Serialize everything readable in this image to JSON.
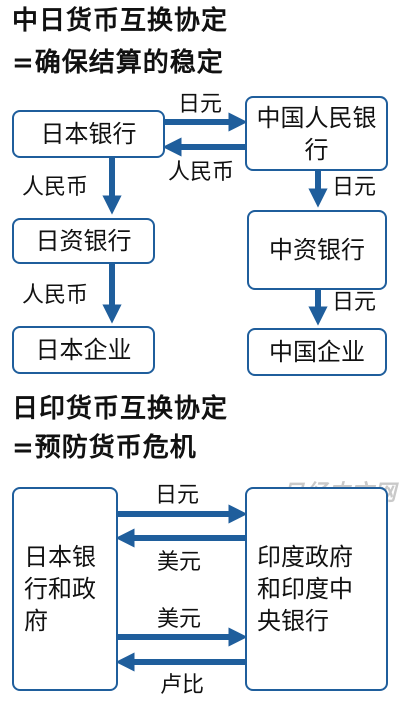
{
  "section1": {
    "title_line1": "中日货币互换协定",
    "title_line2": "=确保结算的稳定",
    "boxes": {
      "japan_bank": "日本银行",
      "china_bank": "中国人民银行",
      "japanese_funded_bank": "日资银行",
      "chinese_funded_bank": "中资银行",
      "japan_enterprise": "日本企业",
      "china_enterprise": "中国企业"
    },
    "labels": {
      "yen_to_china": "日元",
      "rmb_to_japan": "人民币",
      "rmb_down_1": "人民币",
      "rmb_down_2": "人民币",
      "yen_down_1": "日元",
      "yen_down_2": "日元"
    }
  },
  "section2": {
    "title_line1": "日印货币互换协定",
    "title_line2": "=预防货币危机",
    "boxes": {
      "japan_side": "日本银行和政府",
      "india_side": "印度政府和印度中央银行"
    },
    "labels": {
      "yen": "日元",
      "usd_1": "美元",
      "usd_2": "美元",
      "rupee": "卢比"
    }
  },
  "watermark": "日经中文网",
  "colors": {
    "arrow": "#1f5e9c",
    "box_border": "#1f5e9c",
    "watermark": "#c9c9c9"
  }
}
